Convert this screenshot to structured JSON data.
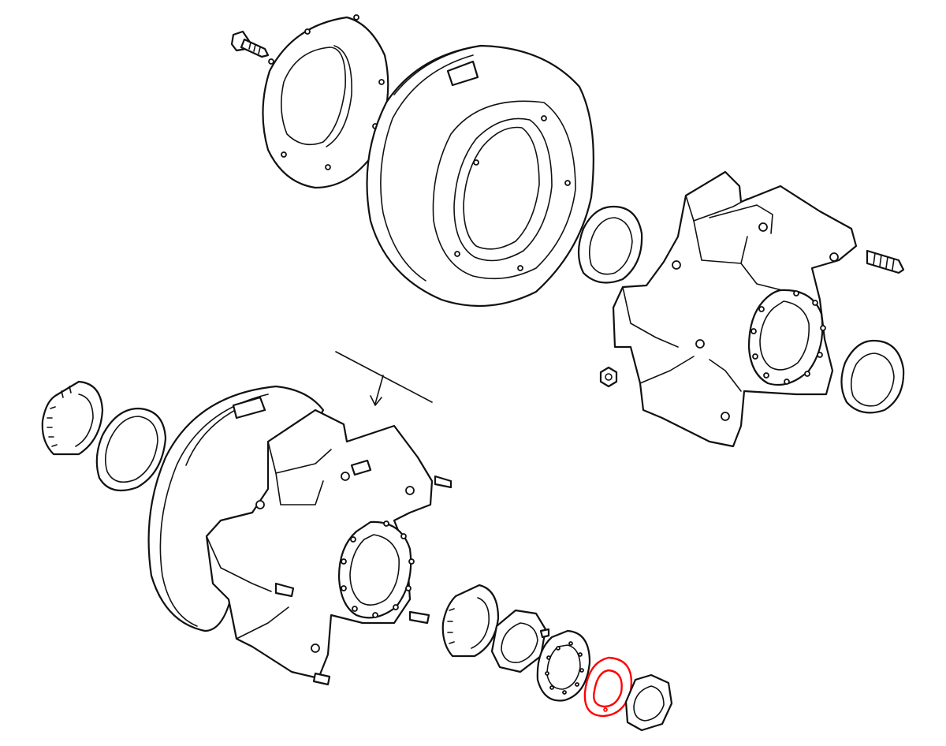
{
  "diagram": {
    "type": "exploded-parts-view",
    "highlight_color": "#ff0000",
    "line_color": "#111111",
    "background": "#ffffff",
    "parts": [
      {
        "id": "wheel-stud-upper",
        "icon": "bolt-icon"
      },
      {
        "id": "hub-cap-dust-cover",
        "icon": "flanged-cover-icon"
      },
      {
        "id": "brake-drum",
        "icon": "drum-icon"
      },
      {
        "id": "bearing-cup-upper",
        "icon": "ring-icon"
      },
      {
        "id": "wheel-hub-upper",
        "icon": "hub-icon"
      },
      {
        "id": "wheel-stud-right",
        "icon": "stud-icon"
      },
      {
        "id": "lug-nut",
        "icon": "nut-icon"
      },
      {
        "id": "bearing-cup-lower",
        "icon": "ring-icon"
      },
      {
        "id": "direction-arrow",
        "icon": "arrow-icon"
      },
      {
        "id": "inner-bearing-cone",
        "icon": "roller-bearing-icon"
      },
      {
        "id": "oil-seal",
        "icon": "seal-ring-icon"
      },
      {
        "id": "hub-drum-assembly",
        "icon": "hub-drum-icon"
      },
      {
        "id": "outer-bearing-cone",
        "icon": "roller-bearing-icon"
      },
      {
        "id": "adjusting-nut",
        "icon": "hex-nut-icon"
      },
      {
        "id": "lock-washer",
        "icon": "tab-washer-icon"
      },
      {
        "id": "highlighted-lock-ring",
        "icon": "ring-icon",
        "highlighted": true
      },
      {
        "id": "jam-nut",
        "icon": "hex-nut-icon"
      }
    ]
  }
}
